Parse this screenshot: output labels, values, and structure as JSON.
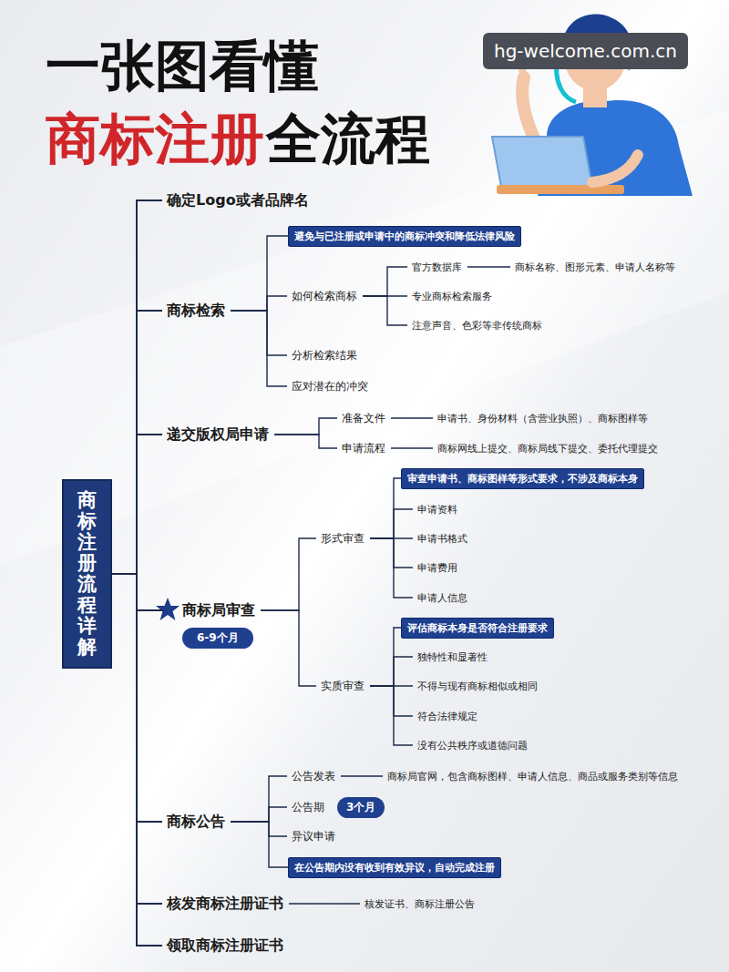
{
  "diagram": {
    "title": "一张图看懂",
    "nodes": [
      {
        "text": [
          "商标注册流程详解"
        ]
      },
      {
        "text": [
          "确定Logo或者品牌名"
        ]
      },
      {
        "text": [
          "商标检索"
        ]
      },
      {
        "text": [
          "避免与已注册或申请中的商标冲突和降低法律风险"
        ]
      },
      {
        "text": [
          "如何检索商标"
        ]
      },
      {
        "text": [
          "官方数据库"
        ]
      },
      {
        "text": [
          "商标名称、图形元素、申请人名称等"
        ]
      },
      {
        "text": [
          "专业商标检索服务"
        ]
      },
      {
        "text": [
          "注意声音、色彩等非传统商标"
        ]
      },
      {
        "text": [
          "分析检索结果"
        ]
      },
      {
        "text": [
          "应对潜在的冲突"
        ]
      },
      {
        "text": [
          "递交版权局申请"
        ]
      },
      {
        "text": [
          "准备文件"
        ]
      },
      {
        "text": [
          "申请书、身份材料（含营业执照）、商标图样等"
        ]
      },
      {
        "text": [
          "申请流程"
        ]
      },
      {
        "text": [
          "商标网线上提交、商标局线下提交、委托代理提交"
        ]
      },
      {
        "text": [
          "商标局审查",
          "6-9个月"
        ]
      },
      {
        "text": [
          "形式审查"
        ]
      },
      {
        "text": [
          "审查申请书、商标图样等形式要求，不涉及商标本身"
        ]
      },
      {
        "text": [
          "申请资料"
        ]
      },
      {
        "text": [
          "申请书格式"
        ]
      },
      {
        "text": [
          "申请费用"
        ]
      },
      {
        "text": [
          "申请人信息"
        ]
      },
      {
        "text": [
          "实质审查"
        ]
      },
      {
        "text": [
          "评估商标本身是否符合注册要求"
        ]
      },
      {
        "text": [
          "独特性和显著性"
        ]
      },
      {
        "text": [
          "不得与现有商标相似或相同"
        ]
      },
      {
        "text": [
          "符合法律规定"
        ]
      },
      {
        "text": [
          "没有公共秩序或道德问题"
        ]
      },
      {
        "text": [
          "商标公告"
        ]
      },
      {
        "text": [
          "公告发表"
        ]
      },
      {
        "text": [
          "商标局官网，包含商标图样、申请人信息、商品或服务类别等信息"
        ]
      },
      {
        "text": [
          "公告期"
        ]
      },
      {
        "text": [
          "3个月"
        ]
      },
      {
        "text": [
          "异议申请"
        ]
      },
      {
        "text": [
          "在公告期内没有收到有效异议，自动完成注册"
        ]
      },
      {
        "text": [
          "核发商标注册证书"
        ]
      },
      {
        "text": [
          "核发证书、商标注册公告"
        ]
      },
      {
        "text": [
          "领取商标注册证书"
        ]
      }
    ],
    "edges": [
      {
        "from": 0,
        "to": 1,
        "arrow": "none"
      },
      {
        "from": 0,
        "to": 2,
        "arrow": "none"
      },
      {
        "from": 2,
        "to": 3,
        "arrow": "none"
      },
      {
        "from": 2,
        "to": 4,
        "arrow": "none"
      },
      {
        "from": 4,
        "to": 5,
        "arrow": "none"
      },
      {
        "from": 5,
        "to": 6,
        "arrow": "none"
      },
      {
        "from": 4,
        "to": 7,
        "arrow": "none"
      },
      {
        "from": 4,
        "to": 8,
        "arrow": "none"
      },
      {
        "from": 2,
        "to": 9,
        "arrow": "none"
      },
      {
        "from": 2,
        "to": 10,
        "arrow": "none"
      },
      {
        "from": 0,
        "to": 11,
        "arrow": "none"
      },
      {
        "from": 11,
        "to": 12,
        "arrow": "none"
      },
      {
        "from": 12,
        "to": 13,
        "arrow": "none"
      },
      {
        "from": 11,
        "to": 14,
        "arrow": "none"
      },
      {
        "from": 14,
        "to": 15,
        "arrow": "none"
      },
      {
        "from": 0,
        "to": 16,
        "arrow": "none"
      },
      {
        "from": 16,
        "to": 17,
        "arrow": "none"
      },
      {
        "from": 17,
        "to": 18,
        "arrow": "none"
      },
      {
        "from": 17,
        "to": 19,
        "arrow": "none"
      },
      {
        "from": 17,
        "to": 20,
        "arrow": "none"
      },
      {
        "from": 17,
        "to": 21,
        "arrow": "none"
      },
      {
        "from": 17,
        "to": 22,
        "arrow": "none"
      },
      {
        "from": 16,
        "to": 23,
        "arrow": "none"
      },
      {
        "from": 23,
        "to": 24,
        "arrow": "none"
      },
      {
        "from": 23,
        "to": 25,
        "arrow": "none"
      },
      {
        "from": 23,
        "to": 26,
        "arrow": "none"
      },
      {
        "from": 23,
        "to": 27,
        "arrow": "none"
      },
      {
        "from": 23,
        "to": 28,
        "arrow": "none"
      },
      {
        "from": 0,
        "to": 29,
        "arrow": "none"
      },
      {
        "from": 29,
        "to": 30,
        "arrow": "none"
      },
      {
        "from": 30,
        "to": 31,
        "arrow": "none"
      },
      {
        "from": 29,
        "to": 32,
        "arrow": "none"
      },
      {
        "from": 29,
        "to": 34,
        "arrow": "none"
      },
      {
        "from": 29,
        "to": 35,
        "arrow": "none"
      },
      {
        "from": 0,
        "to": 36,
        "arrow": "none"
      },
      {
        "from": 36,
        "to": 37,
        "arrow": "none"
      },
      {
        "from": 0,
        "to": 38,
        "arrow": "none"
      }
    ],
    "labels": [
      "商标注册",
      "全流程",
      "hg-welcome.com.cn"
    ]
  }
}
